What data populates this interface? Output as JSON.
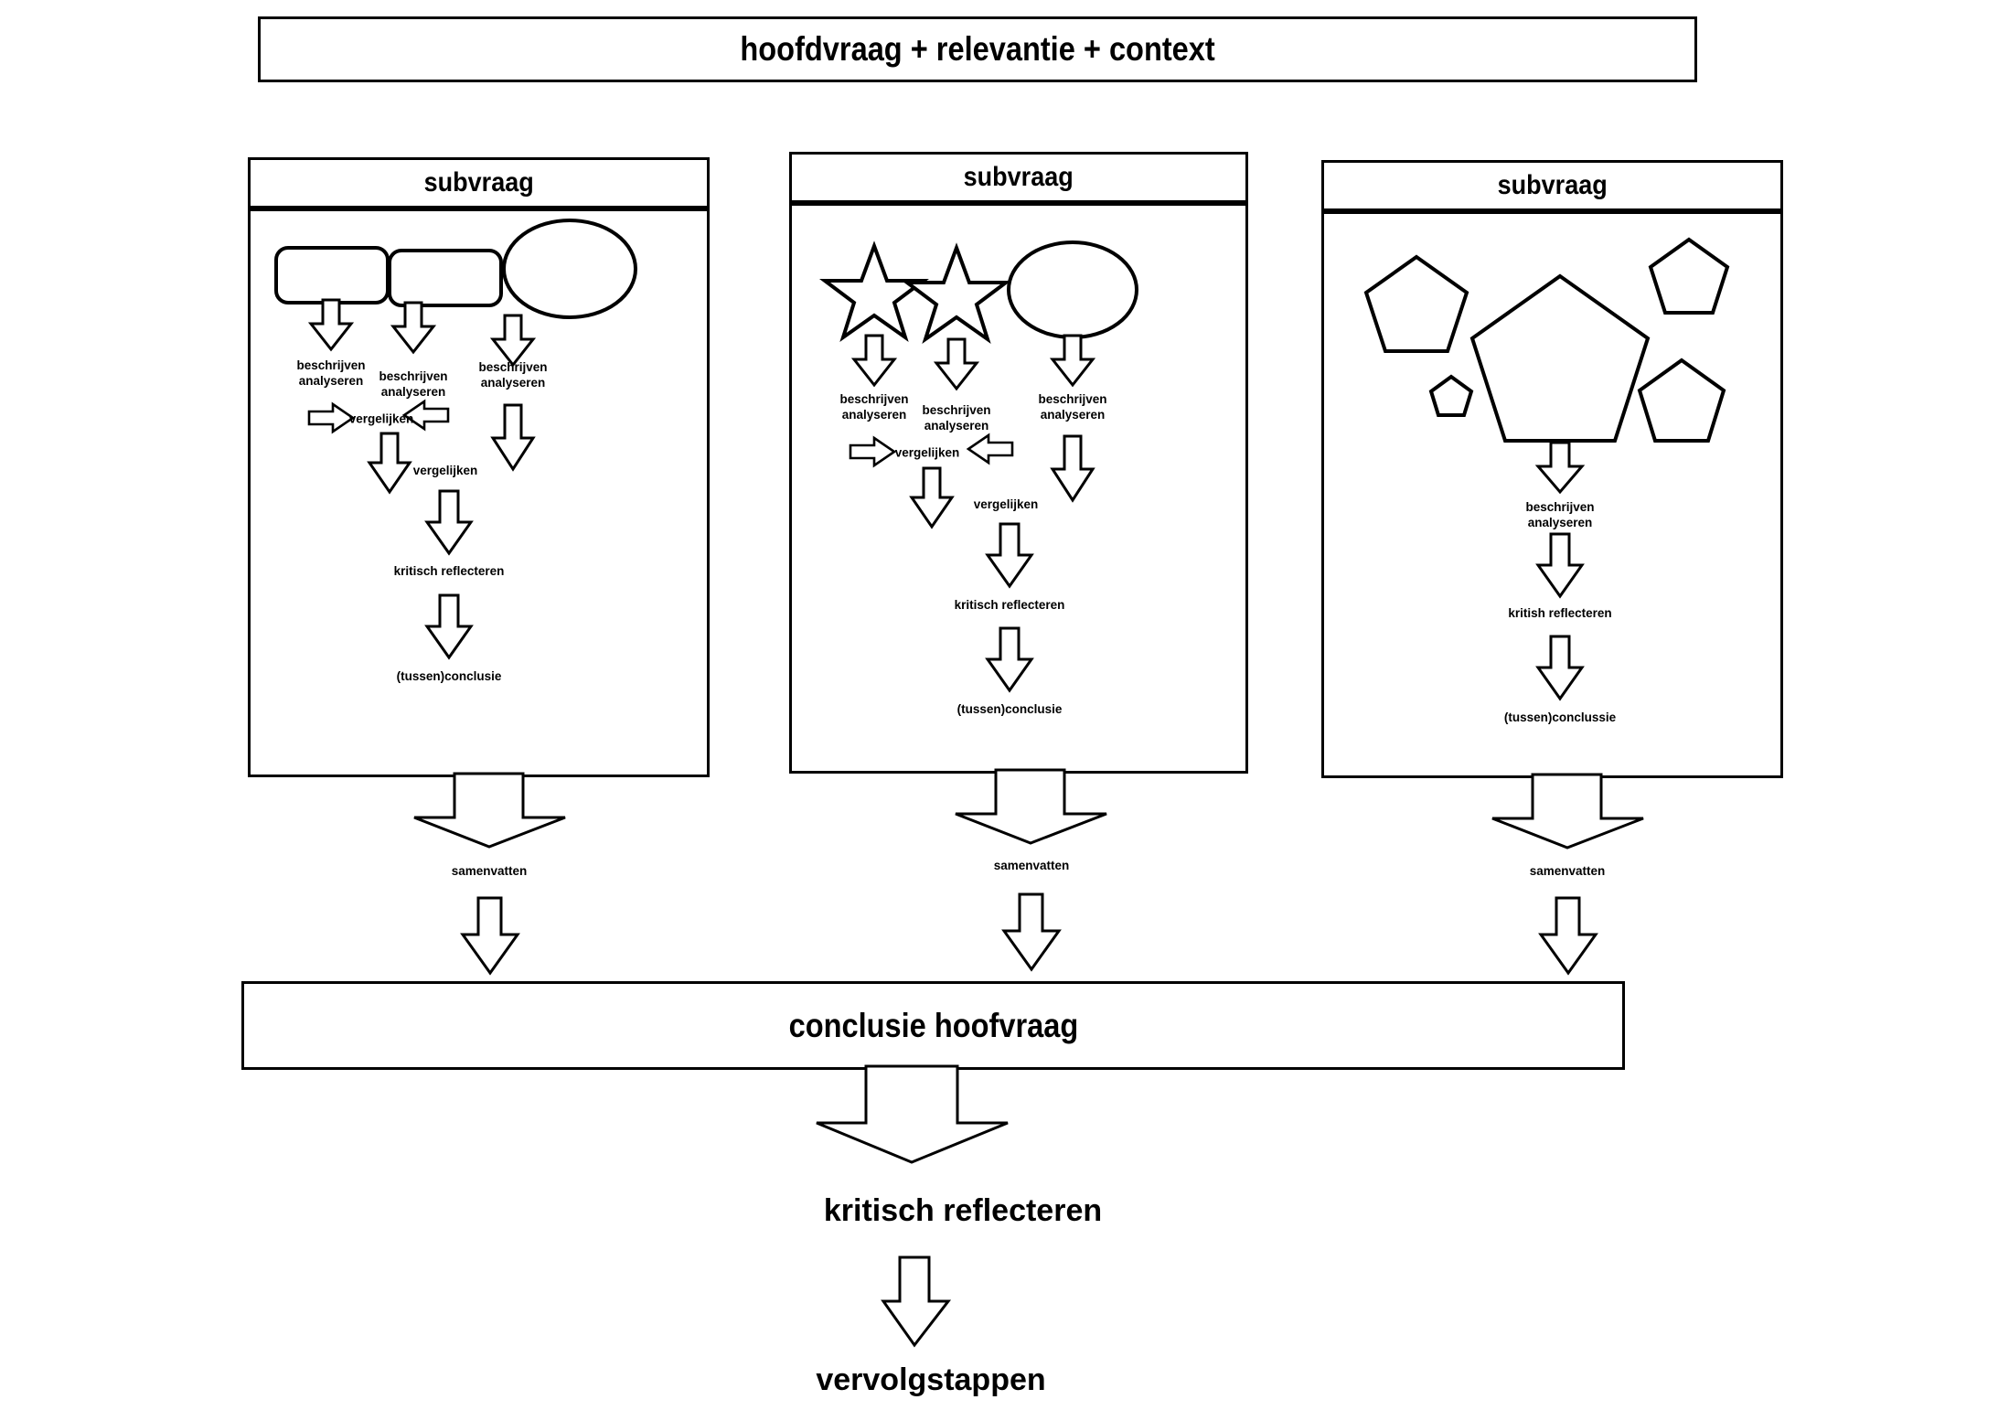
{
  "diagram": {
    "title_bar": "hoofdvraag + relevantie + context",
    "conclusion_bar": "conclusie hoofvraag",
    "final_steps": [
      {
        "label": "kritisch reflecteren"
      },
      {
        "label": "vervolgstappen"
      }
    ],
    "columns": [
      {
        "header": "subvraag",
        "shapes": [
          "rounded-rectangle",
          "rounded-rectangle",
          "ellipse"
        ],
        "labels": {
          "source_1": "beschrijven\nanalyseren",
          "source_2": "beschrijven\nanalyseren",
          "source_3": "beschrijven\nanalyseren",
          "compare_inline": "vergelijken",
          "compare_second": "vergelijken",
          "reflect": "kritisch reflecteren",
          "conclusion": "(tussen)conclusie",
          "summarize": "samenvatten"
        }
      },
      {
        "header": "subvraag",
        "shapes": [
          "star",
          "star",
          "ellipse"
        ],
        "labels": {
          "source_1": "beschrijven\nanalyseren",
          "source_2": "beschrijven\nanalyseren",
          "source_3": "beschrijven\nanalyseren",
          "compare_inline": "vergelijken",
          "compare_second": "vergelijken",
          "reflect": "kritisch reflecteren",
          "conclusion": "(tussen)conclusie",
          "summarize": "samenvatten"
        }
      },
      {
        "header": "subvraag",
        "shapes": [
          "pentagon",
          "pentagon",
          "pentagon",
          "pentagon",
          "pentagon"
        ],
        "labels": {
          "source_1": "beschrijven\nanalyseren",
          "reflect": "kritish reflecteren",
          "conclusion": "(tussen)conclussie",
          "summarize": "samenvatten"
        }
      }
    ]
  },
  "colors": {
    "stroke": "#000000",
    "fill": "#ffffff",
    "background": "#ffffff"
  }
}
